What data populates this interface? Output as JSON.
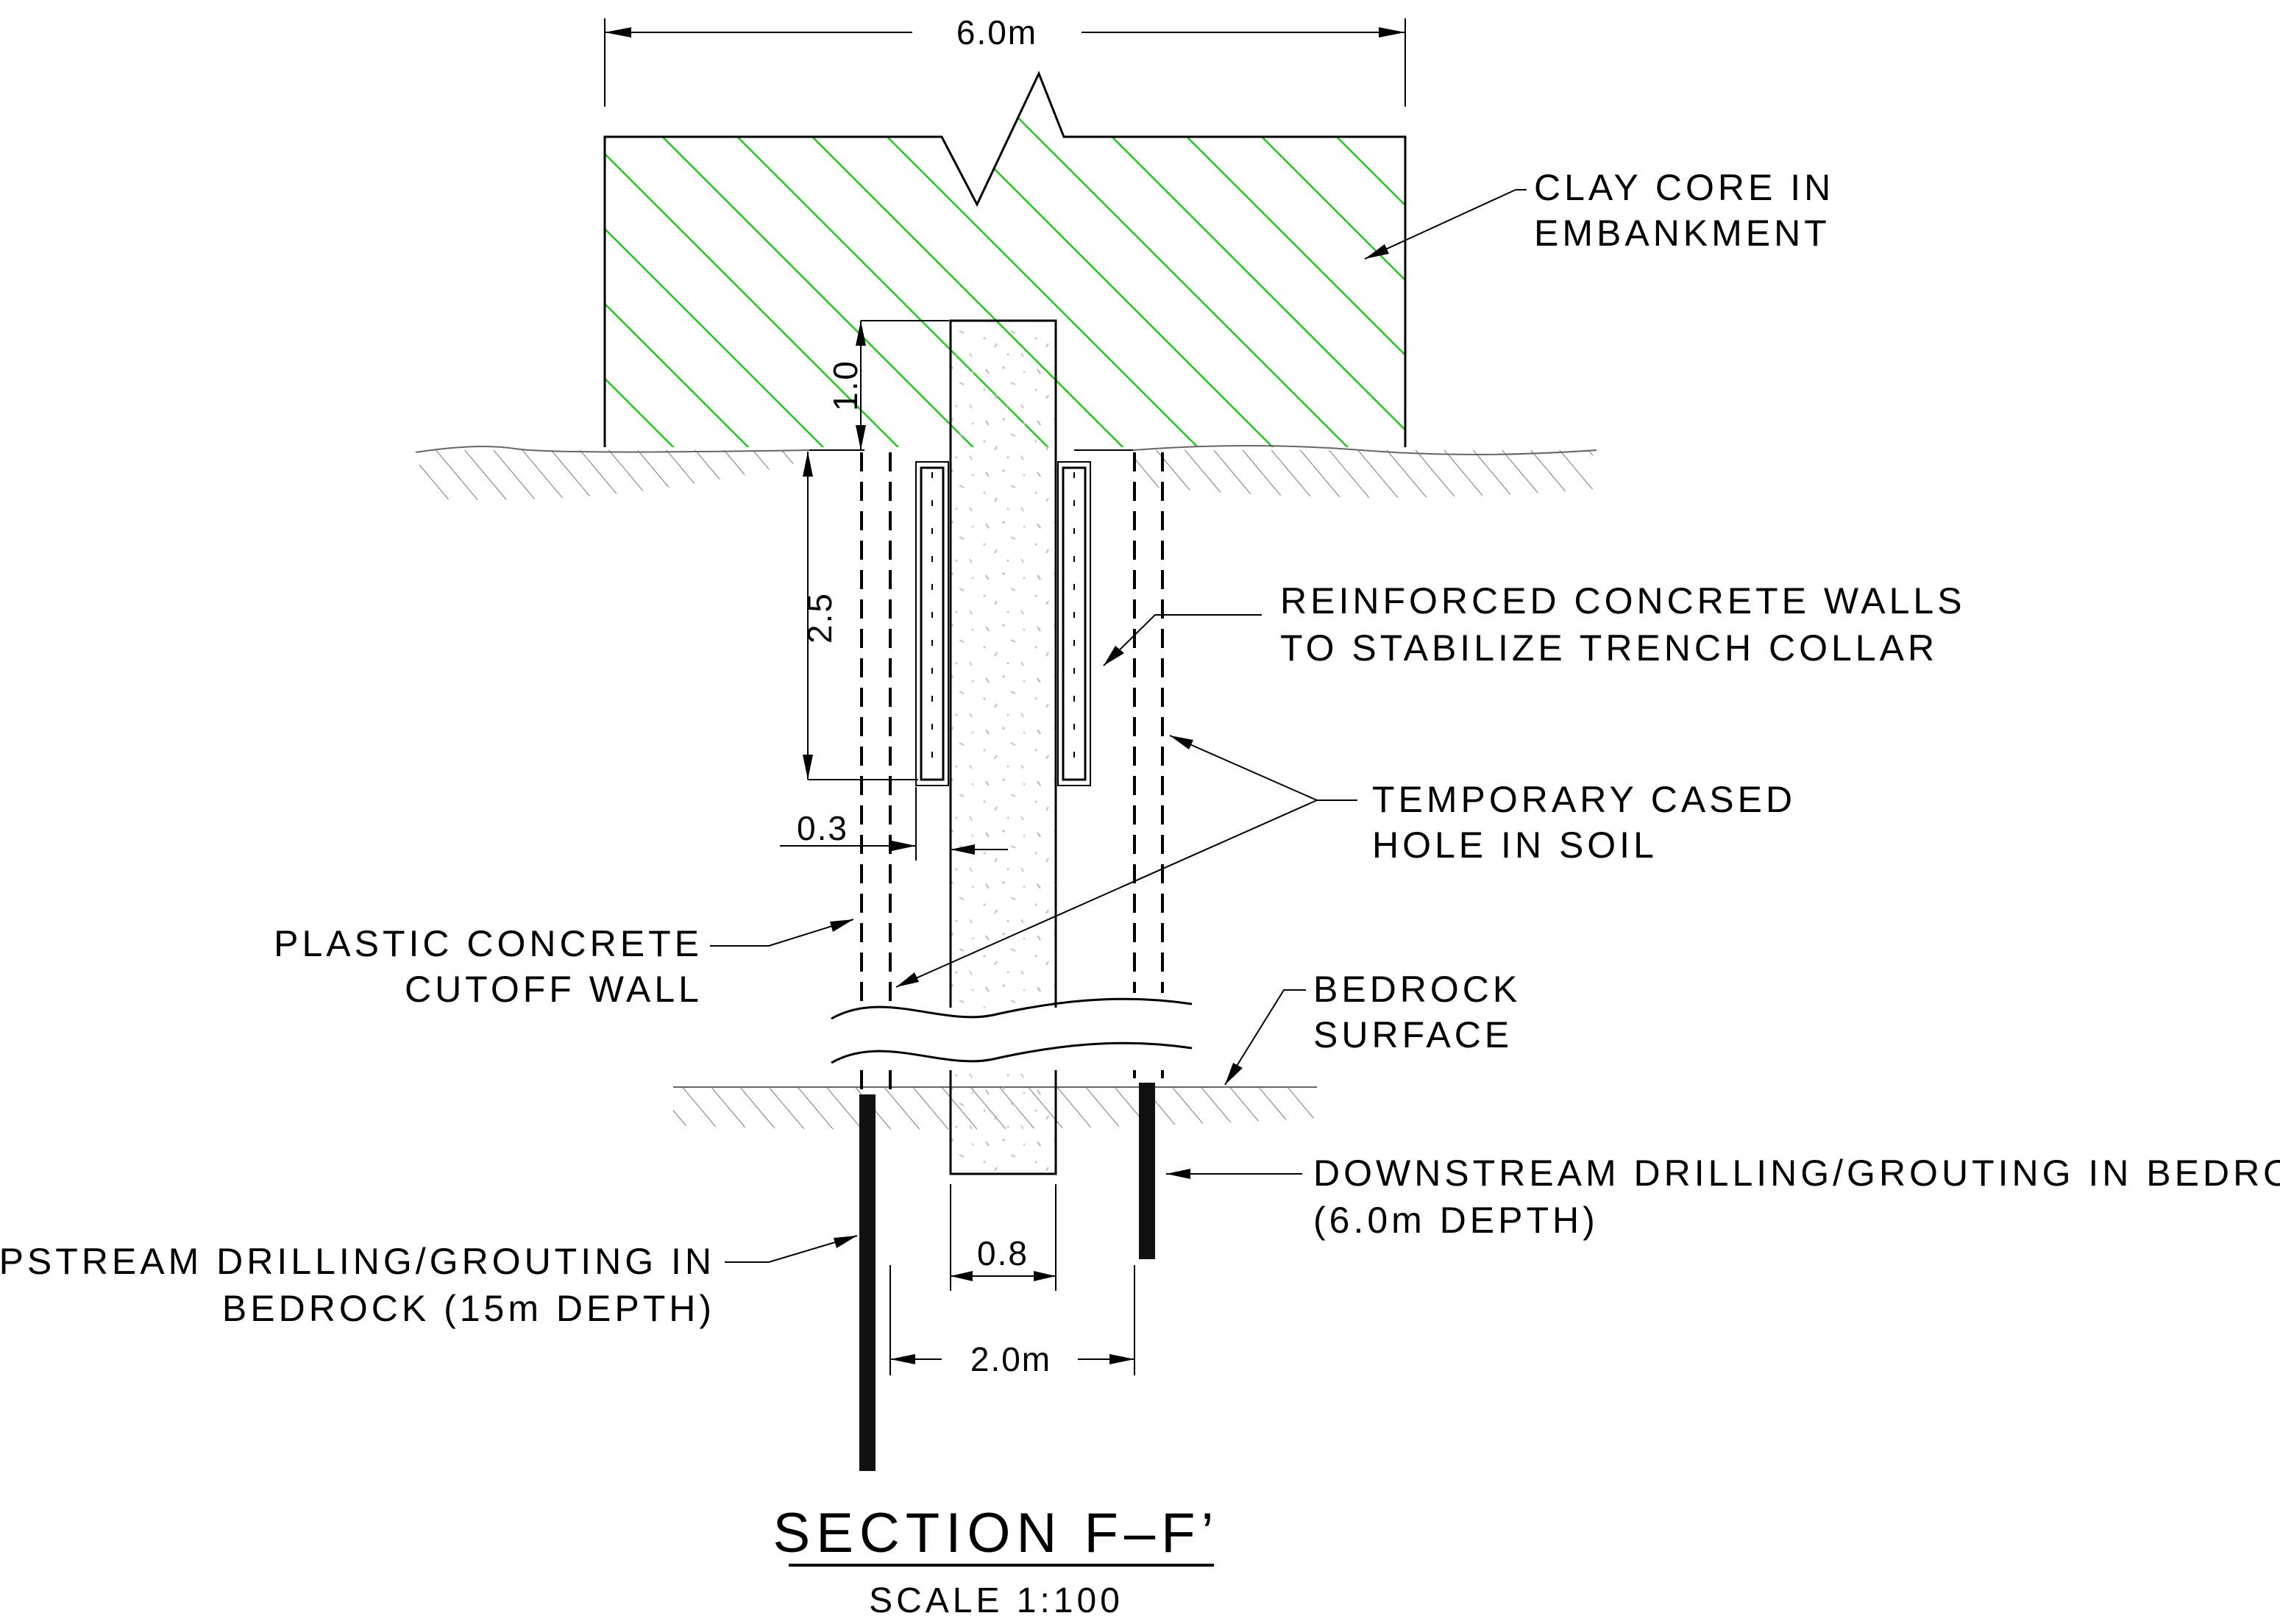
{
  "title": "SECTION F–F’",
  "scale": "SCALE 1:100",
  "colors": {
    "hatch": "#22c61e",
    "lines": "#000000",
    "grout": "#111111"
  },
  "dimensions": {
    "top_width": "6.0m",
    "collar_height": "1.0",
    "trench_depth": "2.5",
    "wall_gap": "0.3",
    "wall_width": "0.8",
    "hole_spacing": "2.0m"
  },
  "labels": {
    "clay_core": [
      "CLAY CORE IN",
      "EMBANKMENT"
    ],
    "reinforced": [
      "REINFORCED CONCRETE WALLS",
      "TO STABILIZE TRENCH COLLAR"
    ],
    "temporary": [
      "TEMPORARY CASED",
      "HOLE IN SOIL"
    ],
    "plastic": [
      "PLASTIC CONCRETE",
      "CUTOFF WALL"
    ],
    "bedrock": [
      "BEDROCK",
      "SURFACE"
    ],
    "downstream": [
      "DOWNSTREAM DRILLING/GROUTING IN BEDROCK",
      "(6.0m DEPTH)"
    ],
    "upstream": [
      "UPSTREAM DRILLING/GROUTING IN",
      "BEDROCK (15m DEPTH)"
    ]
  }
}
